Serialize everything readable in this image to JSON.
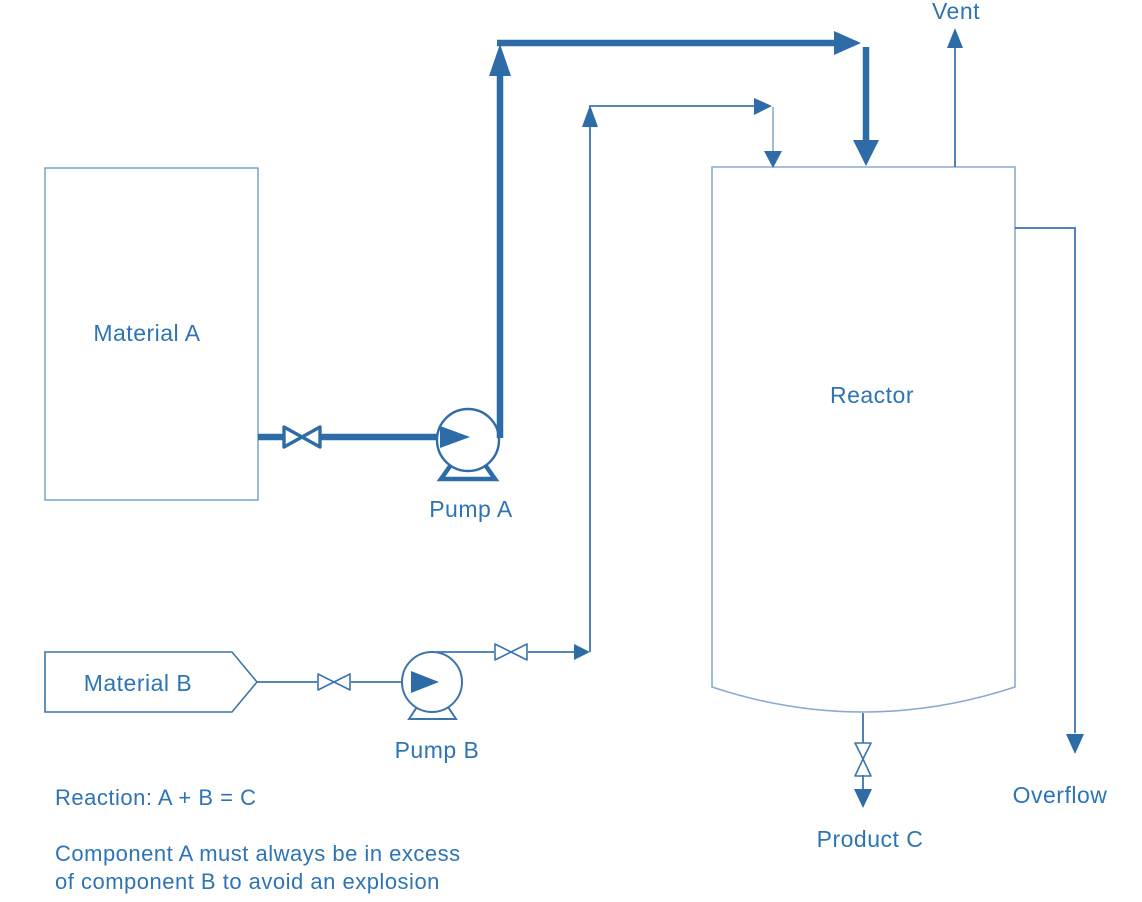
{
  "colors": {
    "pipe_primary": "#2d6ca6",
    "line_medium": "#3c74ae",
    "line_light": "#8aabcf",
    "box_border": "#6f9cc9",
    "text": "#2e74b5",
    "background": "#ffffff"
  },
  "equipment": {
    "material_a": "Material A",
    "material_b": "Material B",
    "pump_a": "Pump A",
    "pump_b": "Pump B",
    "reactor": "Reactor"
  },
  "streams": {
    "vent": "Vent",
    "overflow": "Overflow",
    "product_c": "Product C"
  },
  "notes": {
    "reaction": "Reaction: A + B = C",
    "warning_line1": "Component A must always be in excess",
    "warning_line2": "of component B to avoid an explosion"
  }
}
